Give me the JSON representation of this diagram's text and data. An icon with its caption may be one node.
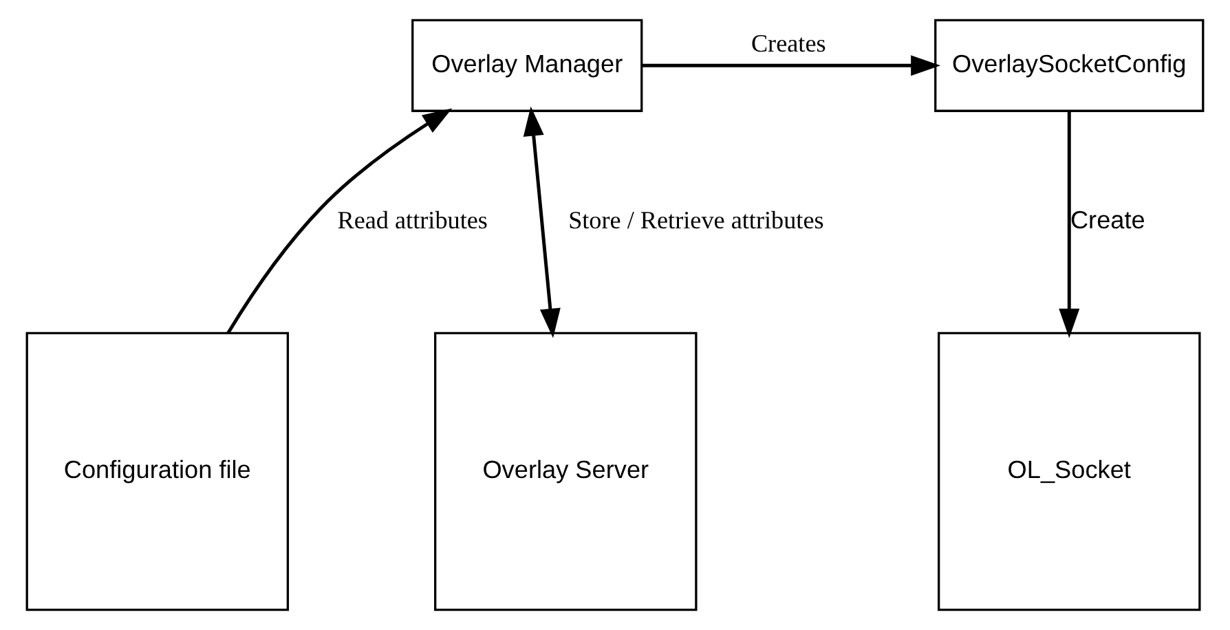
{
  "diagram": {
    "nodes": [
      {
        "text": [
          "Overlay Manager"
        ]
      },
      {
        "text": [
          "OverlaySocketConfig"
        ]
      },
      {
        "text": [
          "Configuration file"
        ]
      },
      {
        "text": [
          "Overlay Server"
        ]
      },
      {
        "text": [
          "OL_Socket"
        ]
      }
    ],
    "edges": [
      {
        "from": 0,
        "to": 1,
        "arrow": "to",
        "label": "Creates"
      },
      {
        "from": 2,
        "to": 0,
        "arrow": "to",
        "label": "Read attributes"
      },
      {
        "from": 0,
        "to": 3,
        "arrow": "both",
        "label": "Store / Retrieve attributes"
      },
      {
        "from": 1,
        "to": 4,
        "arrow": "to",
        "label": "Create"
      }
    ]
  }
}
